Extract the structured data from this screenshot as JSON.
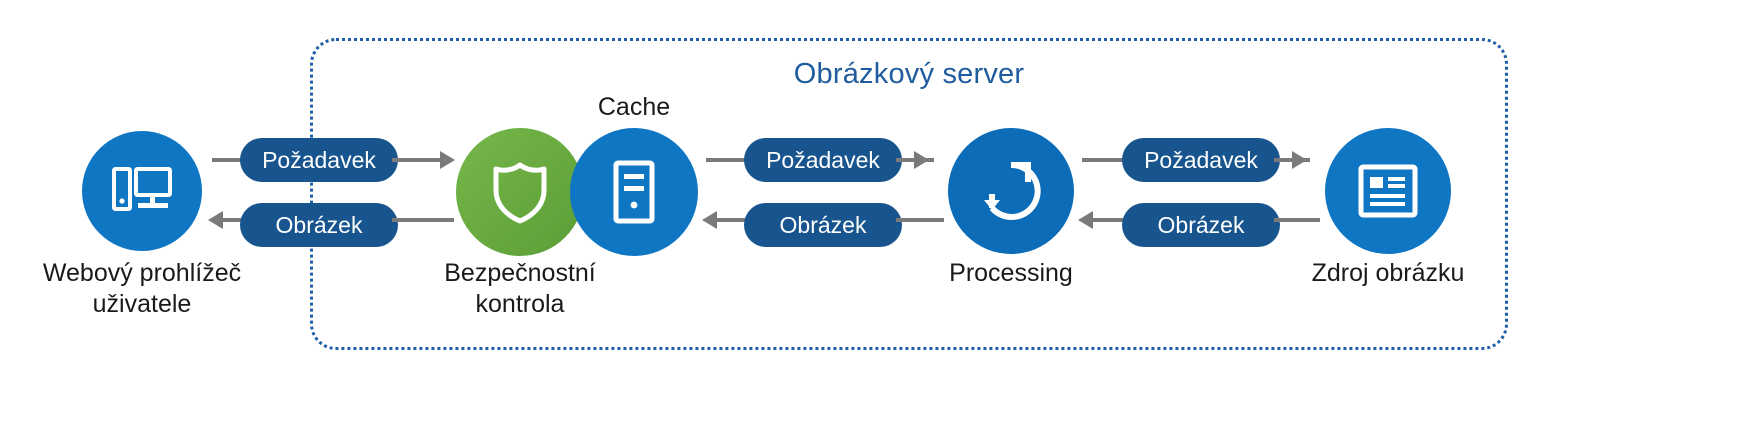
{
  "diagram": {
    "type": "flow",
    "title": "Obrázkový server",
    "boundary_style": "dotted",
    "colors": {
      "title": "#1f5c9e",
      "boundary": "#1f5fa9",
      "node_blue": "#0f76c4",
      "node_green": "#5a9e36",
      "pill": "#18558f",
      "connector": "#7a7a7a",
      "label_text": "#1a1a1a"
    },
    "nodes": [
      {
        "id": "browser",
        "label": "Webový prohlížeč\nuživatele",
        "icon": "desktop-computer-icon",
        "color": "#0f76c4"
      },
      {
        "id": "security",
        "label": "Bezpečnostní\nkontrola",
        "icon": "shield-icon",
        "color": "#5a9e36"
      },
      {
        "id": "cache",
        "label": "Cache",
        "icon": "server-tower-icon",
        "color": "#0f76c4"
      },
      {
        "id": "processing",
        "label": "Processing",
        "icon": "refresh-sync-icon",
        "color": "#0f76c4"
      },
      {
        "id": "source",
        "label": "Zdroj obrázku",
        "icon": "image-list-icon",
        "color": "#0f76c4"
      }
    ],
    "connectors": [
      {
        "id": "c1-request",
        "label": "Požadavek",
        "direction": "right",
        "from": "browser",
        "to": "security"
      },
      {
        "id": "c1-response",
        "label": "Obrázek",
        "direction": "left",
        "from": "security",
        "to": "browser"
      },
      {
        "id": "c2-request",
        "label": "Požadavek",
        "direction": "right",
        "from": "cache",
        "to": "processing"
      },
      {
        "id": "c2-response",
        "label": "Obrázek",
        "direction": "left",
        "from": "processing",
        "to": "cache"
      },
      {
        "id": "c3-request",
        "label": "Požadavek",
        "direction": "right",
        "from": "processing",
        "to": "source"
      },
      {
        "id": "c3-response",
        "label": "Obrázek",
        "direction": "left",
        "from": "source",
        "to": "processing"
      }
    ]
  }
}
